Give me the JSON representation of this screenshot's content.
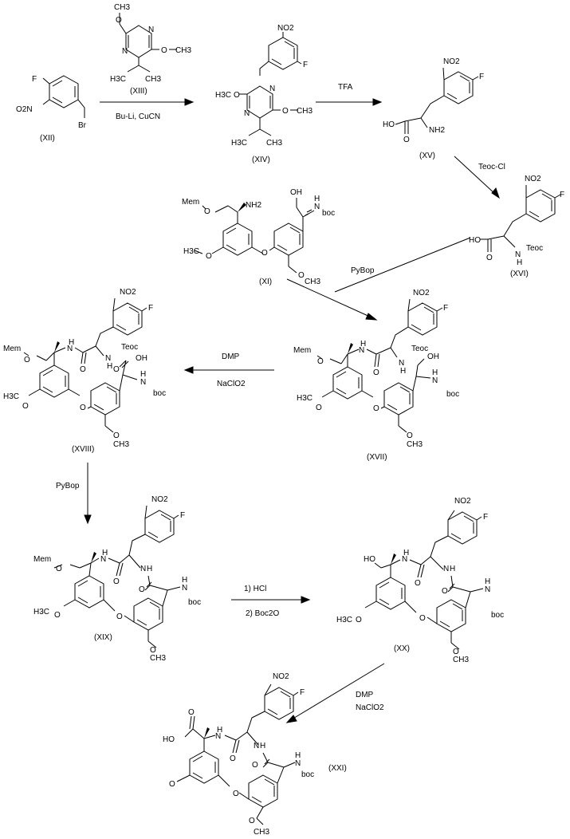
{
  "compounds": {
    "xii": {
      "id": "(XII)",
      "f": "F",
      "no2": "O2N",
      "br": "Br"
    },
    "xiii": {
      "id": "(XIII)",
      "ome_top": "O",
      "me_top": "CH3",
      "ome_right": "O",
      "me_right": "CH3",
      "n1": "N",
      "n2": "N",
      "ipr_left": "H3C",
      "ipr_right": "CH3"
    },
    "xiv": {
      "id": "(XIV)",
      "no2": "NO2",
      "f": "F",
      "h3c": "H3C",
      "o_left": "O",
      "n_top": "N",
      "n_bottom": "N",
      "o_right": "O",
      "ch3": "CH3",
      "ipr_left": "H3C",
      "ipr_right": "CH3"
    },
    "xv": {
      "id": "(XV)",
      "no2": "NO2",
      "f": "F",
      "ho": "HO",
      "o": "O",
      "nh2": "NH2"
    },
    "xvi": {
      "id": "(XVI)",
      "no2": "NO2",
      "f": "F",
      "ho": "HO",
      "o": "O",
      "nh": "N",
      "h": "H",
      "teoc": "Teoc"
    },
    "xi": {
      "id": "(XI)",
      "mem": "Mem",
      "o_mem": "O",
      "nh2": "NH2",
      "oh": "OH",
      "n": "N",
      "h": "H",
      "boc": "boc",
      "h3c": "H3C",
      "o1": "O",
      "o2": "O",
      "o3": "O",
      "ch3": "CH3"
    },
    "xvii": {
      "id": "(XVII)",
      "no2": "NO2",
      "f": "F",
      "mem": "Mem",
      "o_mem": "O",
      "nh": "N",
      "h": "H",
      "o_amide": "O",
      "nh2": "N",
      "h2": "H",
      "teoc": "Teoc",
      "oh": "OH",
      "n3": "N",
      "h3": "H",
      "boc": "boc",
      "h3c": "H3C",
      "o1": "O",
      "o2": "O",
      "o3": "O",
      "ch3": "CH3"
    },
    "xviii": {
      "id": "(XVIII)",
      "no2": "NO2",
      "f": "F",
      "mem": "Mem",
      "o_mem": "O",
      "nh": "N",
      "h": "H",
      "o_amide": "O",
      "nh2": "N",
      "h2": "H",
      "teoc": "Teoc",
      "oh": "OH",
      "o_acid": "O",
      "n3": "N",
      "h3": "H",
      "boc": "boc",
      "h3c": "H3C",
      "o1": "O",
      "o2": "O",
      "o3": "O",
      "ch3": "CH3"
    },
    "xix": {
      "id": "(XIX)",
      "no2": "NO2",
      "f": "F",
      "mem": "Mem",
      "o_mem": "O",
      "nh": "N",
      "h": "H",
      "o_amide": "O",
      "nh2": "N",
      "h2": "H",
      "o_amide2": "O",
      "n3": "N",
      "h3": "H",
      "boc": "boc",
      "h3c": "H3C",
      "o1": "O",
      "o2": "O",
      "o3": "O",
      "ch3": "CH3"
    },
    "xx": {
      "id": "(XX)",
      "no2": "NO2",
      "f": "F",
      "ho": "HO",
      "nh": "N",
      "h": "H",
      "o_amide": "O",
      "nh2": "N",
      "h2": "H",
      "o_amide2": "O",
      "n3": "N",
      "h3": "H",
      "boc": "boc",
      "h3c": "H3C",
      "o1": "O",
      "o2": "O",
      "o3": "O",
      "ch3": "CH3"
    },
    "xxi": {
      "id": "(XXI)",
      "no2": "NO2",
      "f": "F",
      "ho": "HO",
      "o_acid": "O",
      "nh": "N",
      "h": "H",
      "o_amide": "O",
      "nh2": "N",
      "h2": "H",
      "o_amide2": "O",
      "n3": "N",
      "h3": "H",
      "boc": "boc",
      "o1": "O",
      "o2": "O",
      "o3": "O",
      "ch3": "CH3"
    }
  },
  "reagents": {
    "step1_line1": "Bu-Li,  CuCN",
    "step2": "TFA",
    "step3": "Teoc-Cl",
    "step4": "PyBop",
    "step5_line1": "DMP",
    "step5_line2": "NaClO2",
    "step6": "PyBop",
    "step7_line1": "1)  HCl",
    "step7_line2": "2) Boc2O",
    "step8_line1": "DMP",
    "step8_line2": "NaClO2"
  }
}
